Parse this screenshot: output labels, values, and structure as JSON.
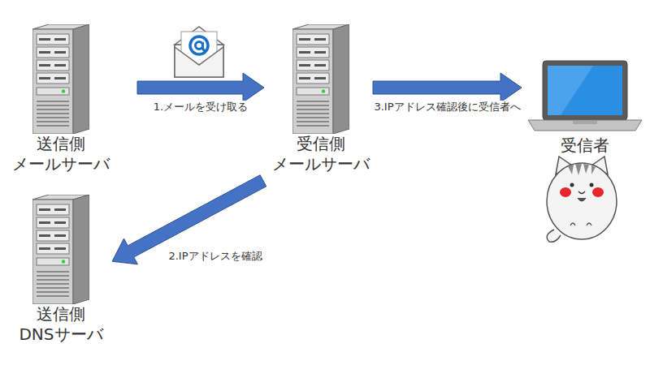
{
  "diagram": {
    "nodes": [
      {
        "text": [
          "送信側 メールサーバ"
        ]
      },
      {
        "text": [
          "受信側 メールサーバ"
        ]
      },
      {
        "text": [
          "受信者"
        ]
      },
      {
        "text": [
          "送信側 DNSサーバ"
        ]
      }
    ],
    "edges": [
      {
        "from": 0,
        "to": 1,
        "arrow": "to",
        "label": "1.メールを受け取る"
      },
      {
        "from": 1,
        "to": 3,
        "arrow": "to",
        "label": "2.IPアドレスを確認"
      },
      {
        "from": 1,
        "to": 2,
        "arrow": "to",
        "label": "3.IPアドレス確認後に受信者へ"
      }
    ]
  }
}
